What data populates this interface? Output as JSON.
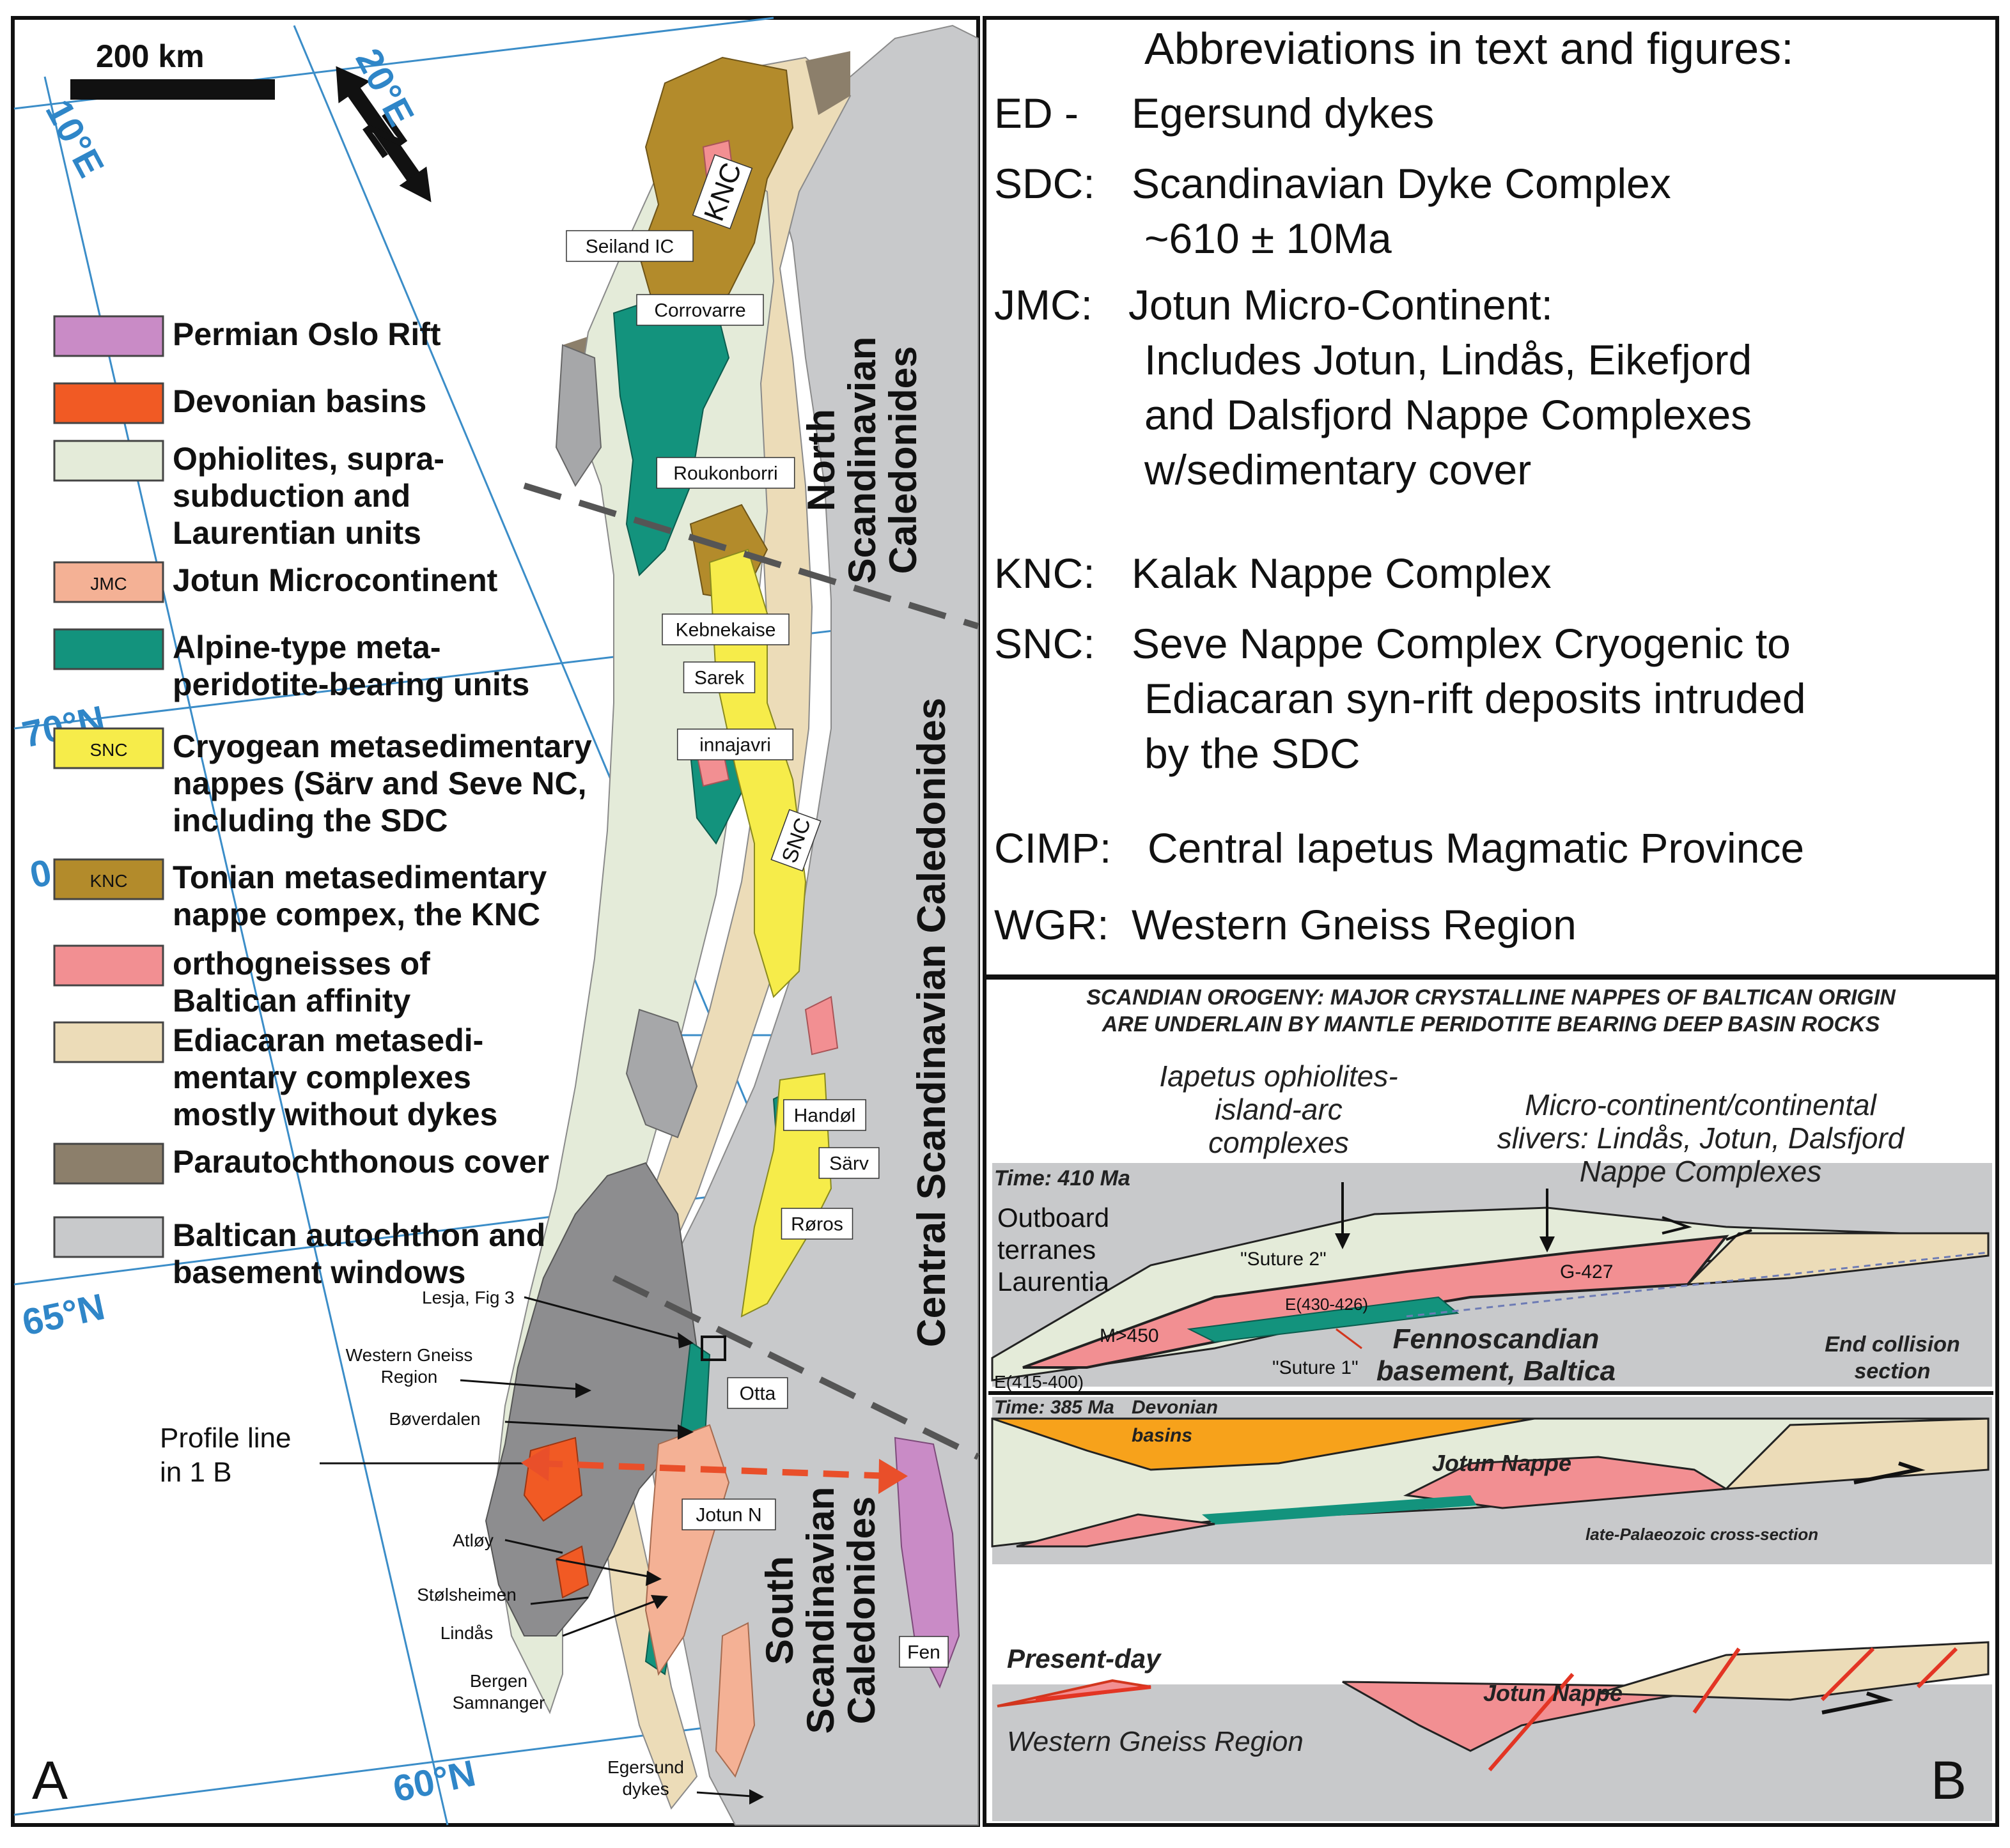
{
  "panel_a": {
    "letter": "A",
    "scale_label": "200 km",
    "graticule": {
      "lon_10": "10°E",
      "lon_20": "20°E",
      "lat_70": "70°N",
      "lat_65": "65°N",
      "lat_60": "60°N",
      "lat_partial": "0"
    },
    "legend": [
      {
        "label": "Permian Oslo Rift",
        "color": "#c98bc6",
        "tag": ""
      },
      {
        "label": "Devonian basins",
        "color": "#f15a24",
        "tag": ""
      },
      {
        "label": "Ophiolites, supra-\nsubduction and\nLaurentian units",
        "color": "#e4ebd9",
        "tag": ""
      },
      {
        "label": "Jotun Microcontinent",
        "color": "#f4b195",
        "tag": "JMC"
      },
      {
        "label": "Alpine-type meta-\nperidotite-bearing units",
        "color": "#13937d",
        "tag": ""
      },
      {
        "label": "Cryogean metasedimentary\nnappes (Särv and Seve NC,\nincluding the SDC",
        "color": "#f6ec4a",
        "tag": "SNC"
      },
      {
        "label": "Tonian metasedimentary\nnappe compex, the KNC",
        "color": "#b38b2b",
        "tag": "KNC"
      },
      {
        "label": "orthogneisses of\nBaltican affinity",
        "color": "#f28f92",
        "tag": ""
      },
      {
        "label": "Ediacaran metasedi-\nmentary complexes\nmostly without dykes",
        "color": "#ecdcb8",
        "tag": ""
      },
      {
        "label": "Parautochthonous cover",
        "color": "#8c7f6b",
        "tag": ""
      },
      {
        "label": "Baltican autochthon and\nbasement windows",
        "color": "#c8c9cb",
        "tag": ""
      }
    ],
    "region_labels": {
      "north": "North\nScandinavian\nCaledonides",
      "central": "Central Scandinavian Caledonides",
      "south": "South\nScandinavian\nCaledonides"
    },
    "place_labels": {
      "knc": "KNC",
      "seiland": "Seiland IC",
      "corrovarre": "Corrovarre",
      "roukonborri": "Roukonborri",
      "kebnekaise": "Kebnekaise",
      "sarek": "Sarek",
      "innajavri": "innajavri",
      "snc": "SNC",
      "handol": "Handøl",
      "sarv": "Särv",
      "roros": "Røros",
      "otta": "Otta",
      "jotun": "Jotun N",
      "fen": "Fen"
    },
    "callouts": {
      "lesja": "Lesja, Fig 3",
      "wgr": "Western Gneiss\nRegion",
      "boverdalen": "Bøverdalen",
      "profile": "Profile line\nin 1 B",
      "atloy": "Atløy",
      "stolsheimen": "Stølsheimen",
      "lindas": "Lindås",
      "bergen": "Bergen\nSamnanger",
      "egersund": "Egersund\ndykes"
    }
  },
  "abbreviations": {
    "title": "Abbreviations in text and figures:",
    "items": [
      {
        "abbr": "ED -",
        "text": [
          "Egersund dykes"
        ]
      },
      {
        "abbr": "SDC:",
        "text": [
          "Scandinavian Dyke Complex",
          "~610 ± 10Ma"
        ]
      },
      {
        "abbr": "JMC:",
        "text": [
          "Jotun Micro-Continent:",
          "Includes Jotun, Lindås, Eikefjord",
          "and Dalsfjord Nappe Complexes",
          "w/sedimentary cover"
        ]
      },
      {
        "abbr": "KNC:",
        "text": [
          "Kalak Nappe Complex"
        ]
      },
      {
        "abbr": "SNC:",
        "text": [
          "Seve Nappe Complex Cryogenic to",
          "Ediacaran syn-rift deposits intruded",
          "by the SDC"
        ]
      },
      {
        "abbr": "CIMP:",
        "text": [
          "Central Iapetus Magmatic Province"
        ]
      },
      {
        "abbr": "WGR:",
        "text": [
          "Western Gneiss Region"
        ]
      }
    ]
  },
  "panel_b": {
    "letter": "B",
    "title_lines": [
      "SCANDIAN OROGENY: MAJOR CRYSTALLINE NAPPES OF BALTICAN ORIGIN",
      "ARE UNDERLAIN BY MANTLE PERIDOTITE BEARING DEEP BASIN ROCKS"
    ],
    "sec1": {
      "time": "Time: 410 Ma",
      "iapetus": [
        "Iapetus ophiolites-",
        "island-arc",
        "complexes"
      ],
      "micro": [
        "Micro-continent/continental",
        "slivers: Lindås, Jotun, Dalsfjord",
        "Nappe Complexes"
      ],
      "outboard": [
        "Outboard",
        "terranes",
        "Laurentia"
      ],
      "suture2": "\"Suture 2\"",
      "suture1": "\"Suture 1\"",
      "g427": "G-427",
      "m450": "M>450",
      "e430": "E(430-426)",
      "e415": "E(415-400)",
      "fenno": [
        "Fennoscandian",
        "basement, Baltica"
      ],
      "end": [
        "End collision",
        "section"
      ]
    },
    "sec2": {
      "time": "Time: 385 Ma",
      "devonian": [
        "Devonian",
        "basins"
      ],
      "jotun": "Jotun Nappe",
      "late": "late-Palaeozoic cross-section"
    },
    "sec3": {
      "present": "Present-day",
      "jotun": "Jotun Nappe",
      "wgr": "Western Gneiss Region"
    }
  }
}
